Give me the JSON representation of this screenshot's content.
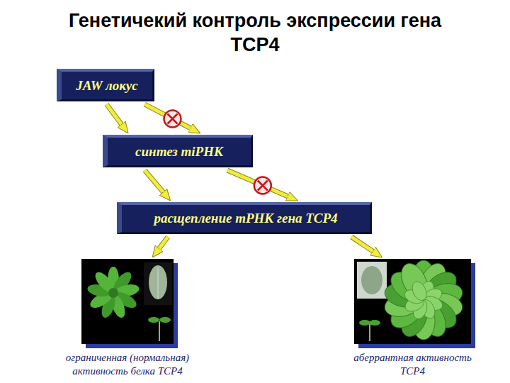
{
  "diagram": {
    "title": "Генетичекий контроль экспрессии гена TCP4",
    "nodes": [
      {
        "text": [
          "JAW локус"
        ]
      },
      {
        "text": [
          "синтез miРНК"
        ]
      },
      {
        "text": [
          "расщепление mРНК гена TCP4"
        ]
      },
      {
        "text": [
          "ограниченная (нормальная) активность белка TCP4"
        ]
      },
      {
        "text": [
          "аберрантная активность TCP4"
        ]
      }
    ],
    "edges": [
      {
        "from": 0,
        "to": 1,
        "arrow": "to"
      },
      {
        "from": 0,
        "to": 1,
        "arrow": "to"
      },
      {
        "from": 1,
        "to": 2,
        "arrow": "to"
      },
      {
        "from": 1,
        "to": 2,
        "arrow": "to"
      },
      {
        "from": 2,
        "to": 3,
        "arrow": "to"
      },
      {
        "from": 2,
        "to": 4,
        "arrow": "to"
      }
    ]
  }
}
